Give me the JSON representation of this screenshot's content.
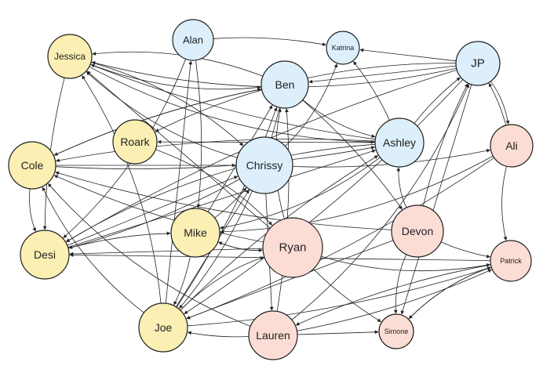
{
  "colors": {
    "yellow_fill": "#FBEFB3",
    "blue_fill": "#DCEFFA",
    "pink_fill": "#FBDDD5",
    "node_stroke": "#1f1f1f",
    "edge": "#222222"
  },
  "nodes": [
    {
      "id": "jessica",
      "label": "Jessica",
      "group": "yellow"
    },
    {
      "id": "alan",
      "label": "Alan",
      "group": "blue"
    },
    {
      "id": "katrina",
      "label": "Katrina",
      "group": "blue"
    },
    {
      "id": "jp",
      "label": "JP",
      "group": "blue"
    },
    {
      "id": "ben",
      "label": "Ben",
      "group": "blue"
    },
    {
      "id": "roark",
      "label": "Roark",
      "group": "yellow"
    },
    {
      "id": "chrissy",
      "label": "Chrissy",
      "group": "blue"
    },
    {
      "id": "ashley",
      "label": "Ashley",
      "group": "blue"
    },
    {
      "id": "ali",
      "label": "Ali",
      "group": "pink"
    },
    {
      "id": "cole",
      "label": "Cole",
      "group": "yellow"
    },
    {
      "id": "mike",
      "label": "Mike",
      "group": "yellow"
    },
    {
      "id": "ryan",
      "label": "Ryan",
      "group": "pink"
    },
    {
      "id": "devon",
      "label": "Devon",
      "group": "pink"
    },
    {
      "id": "desi",
      "label": "Desi",
      "group": "yellow"
    },
    {
      "id": "patrick",
      "label": "Patrick",
      "group": "pink"
    },
    {
      "id": "joe",
      "label": "Joe",
      "group": "yellow"
    },
    {
      "id": "lauren",
      "label": "Lauren",
      "group": "pink"
    },
    {
      "id": "simone",
      "label": "Simone",
      "group": "pink"
    }
  ],
  "edges": [
    {
      "from": "jp",
      "to": "jessica"
    },
    {
      "from": "alan",
      "to": "katrina"
    },
    {
      "from": "jp",
      "to": "katrina"
    },
    {
      "from": "ashley",
      "to": "katrina"
    },
    {
      "from": "ben",
      "to": "jessica"
    },
    {
      "from": "chrissy",
      "to": "jessica"
    },
    {
      "from": "ashley",
      "to": "jessica"
    },
    {
      "from": "ryan",
      "to": "jessica"
    },
    {
      "from": "jessica",
      "to": "desi"
    },
    {
      "from": "jessica",
      "to": "ben"
    },
    {
      "from": "alan",
      "to": "desi"
    },
    {
      "from": "alan",
      "to": "mike"
    },
    {
      "from": "joe",
      "to": "alan"
    },
    {
      "from": "ben",
      "to": "cole"
    },
    {
      "from": "ben",
      "to": "ashley"
    },
    {
      "from": "ben",
      "to": "joe"
    },
    {
      "from": "ben",
      "to": "devon"
    },
    {
      "from": "jp",
      "to": "ben"
    },
    {
      "from": "jp",
      "to": "desi"
    },
    {
      "from": "jp",
      "to": "roark"
    },
    {
      "from": "jp",
      "to": "ali"
    },
    {
      "from": "jp",
      "to": "joe"
    },
    {
      "from": "jp",
      "to": "simone"
    },
    {
      "from": "ali",
      "to": "jp"
    },
    {
      "from": "ali",
      "to": "patrick"
    },
    {
      "from": "ali",
      "to": "mike"
    },
    {
      "from": "ali",
      "to": "joe"
    },
    {
      "from": "ashley",
      "to": "roark"
    },
    {
      "from": "ashley",
      "to": "cole"
    },
    {
      "from": "ashley",
      "to": "desi"
    },
    {
      "from": "ashley",
      "to": "mike"
    },
    {
      "from": "ashley",
      "to": "jp"
    },
    {
      "from": "cole",
      "to": "chrissy"
    },
    {
      "from": "cole",
      "to": "ashley"
    },
    {
      "from": "cole",
      "to": "desi"
    },
    {
      "from": "joe",
      "to": "cole"
    },
    {
      "from": "joe",
      "to": "ashley"
    },
    {
      "from": "joe",
      "to": "chrissy"
    },
    {
      "from": "joe",
      "to": "ben"
    },
    {
      "from": "joe",
      "to": "jessica"
    },
    {
      "from": "joe",
      "to": "ryan"
    },
    {
      "from": "mike",
      "to": "joe"
    },
    {
      "from": "mike",
      "to": "ben"
    },
    {
      "from": "mike",
      "to": "chrissy"
    },
    {
      "from": "mike",
      "to": "ryan"
    },
    {
      "from": "ryan",
      "to": "mike"
    },
    {
      "from": "ryan",
      "to": "cole"
    },
    {
      "from": "ryan",
      "to": "desi"
    },
    {
      "from": "ryan",
      "to": "simone"
    },
    {
      "from": "ryan",
      "to": "patrick"
    },
    {
      "from": "ryan",
      "to": "ben"
    },
    {
      "from": "devon",
      "to": "cole"
    },
    {
      "from": "devon",
      "to": "joe"
    },
    {
      "from": "devon",
      "to": "patrick"
    },
    {
      "from": "devon",
      "to": "simone"
    },
    {
      "from": "devon",
      "to": "ashley"
    },
    {
      "from": "devon",
      "to": "jp"
    },
    {
      "from": "patrick",
      "to": "desi"
    },
    {
      "from": "patrick",
      "to": "lauren"
    },
    {
      "from": "patrick",
      "to": "simone"
    },
    {
      "from": "simone",
      "to": "patrick"
    },
    {
      "from": "lauren",
      "to": "joe"
    },
    {
      "from": "lauren",
      "to": "simone"
    },
    {
      "from": "lauren",
      "to": "ben"
    },
    {
      "from": "lauren",
      "to": "jp"
    },
    {
      "from": "lauren",
      "to": "cole"
    },
    {
      "from": "chrissy",
      "to": "desi"
    },
    {
      "from": "chrissy",
      "to": "lauren"
    },
    {
      "from": "chrissy",
      "to": "ali"
    },
    {
      "from": "chrissy",
      "to": "katrina"
    },
    {
      "from": "roark",
      "to": "ryan"
    },
    {
      "from": "desi",
      "to": "mike"
    },
    {
      "from": "desi",
      "to": "chrissy"
    },
    {
      "from": "joe",
      "to": "patrick"
    },
    {
      "from": "jessica",
      "to": "ashley"
    },
    {
      "from": "jessica",
      "to": "chrissy"
    },
    {
      "from": "cole",
      "to": "ben"
    },
    {
      "from": "desi",
      "to": "ashley"
    },
    {
      "from": "lauren",
      "to": "patrick"
    }
  ]
}
